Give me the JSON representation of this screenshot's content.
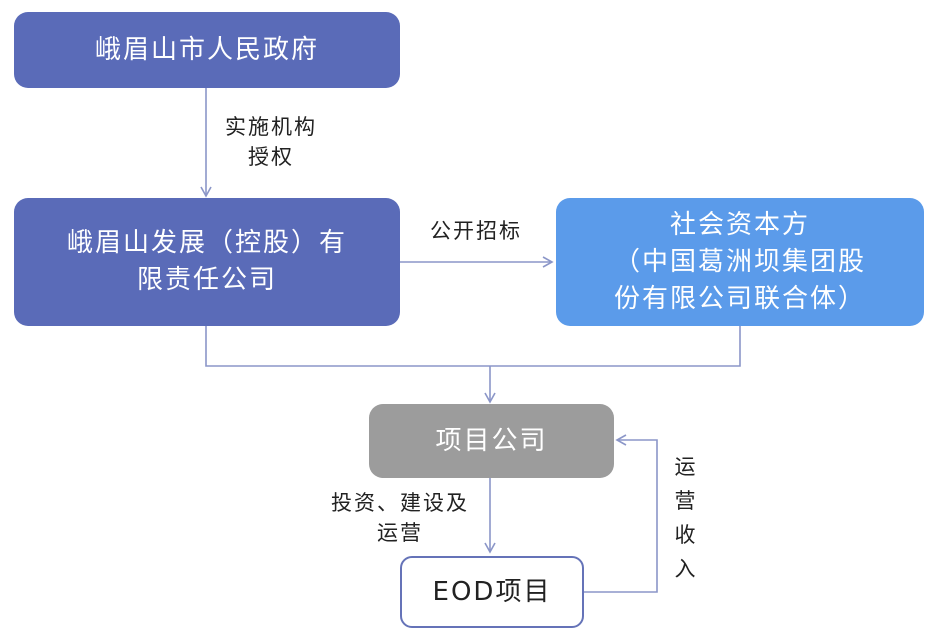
{
  "boxes": {
    "gov": "峨眉山市人民政府",
    "dev_line1": "峨眉山发展（控股）有",
    "dev_line2": "限责任公司",
    "social_line1": "社会资本方",
    "social_line2": "（中国葛洲坝集团股",
    "social_line3": "份有限公司联合体）",
    "project_company": "项目公司",
    "eod": "EOD项目"
  },
  "labels": {
    "auth_line1": "实施机构",
    "auth_line2": "授权",
    "tender": "公开招标",
    "invest_line1": "投资、建设及",
    "invest_line2": "运营",
    "revenue_chars": [
      "运",
      "营",
      "收",
      "入"
    ]
  },
  "colors": {
    "dark_box": "#5a6bb8",
    "light_box": "#5b9bea",
    "gray_box": "#9c9c9c",
    "connector": "#8b96c8"
  }
}
